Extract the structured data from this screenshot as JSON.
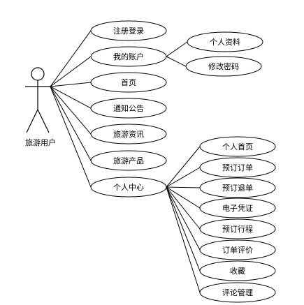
{
  "actor": {
    "label": "旅游用户"
  },
  "nodes": [
    {
      "id": "register-login",
      "label": "注册登录"
    },
    {
      "id": "my-account",
      "label": "我的账户"
    },
    {
      "id": "profile",
      "label": "个人资料"
    },
    {
      "id": "change-password",
      "label": "修改密码"
    },
    {
      "id": "home",
      "label": "首页"
    },
    {
      "id": "announcements",
      "label": "通知公告"
    },
    {
      "id": "travel-news",
      "label": "旅游资讯"
    },
    {
      "id": "travel-products",
      "label": "旅游产品"
    },
    {
      "id": "personal-center",
      "label": "个人中心"
    },
    {
      "id": "personal-home",
      "label": "个人首页"
    },
    {
      "id": "booking-orders",
      "label": "预订订单"
    },
    {
      "id": "booking-refunds",
      "label": "预订退单"
    },
    {
      "id": "e-voucher",
      "label": "电子凭证"
    },
    {
      "id": "booking-itinerary",
      "label": "预订行程"
    },
    {
      "id": "order-review",
      "label": "订单评价"
    },
    {
      "id": "favorites",
      "label": "收藏"
    },
    {
      "id": "review-management",
      "label": "评论管理"
    }
  ],
  "edges": [
    [
      "actor",
      "register-login"
    ],
    [
      "actor",
      "my-account"
    ],
    [
      "actor",
      "home"
    ],
    [
      "actor",
      "announcements"
    ],
    [
      "actor",
      "travel-news"
    ],
    [
      "actor",
      "travel-products"
    ],
    [
      "actor",
      "personal-center"
    ],
    [
      "my-account",
      "profile"
    ],
    [
      "my-account",
      "change-password"
    ],
    [
      "personal-center",
      "personal-home"
    ],
    [
      "personal-center",
      "booking-orders"
    ],
    [
      "personal-center",
      "booking-refunds"
    ],
    [
      "personal-center",
      "e-voucher"
    ],
    [
      "personal-center",
      "booking-itinerary"
    ],
    [
      "personal-center",
      "order-review"
    ],
    [
      "personal-center",
      "favorites"
    ],
    [
      "personal-center",
      "review-management"
    ]
  ]
}
